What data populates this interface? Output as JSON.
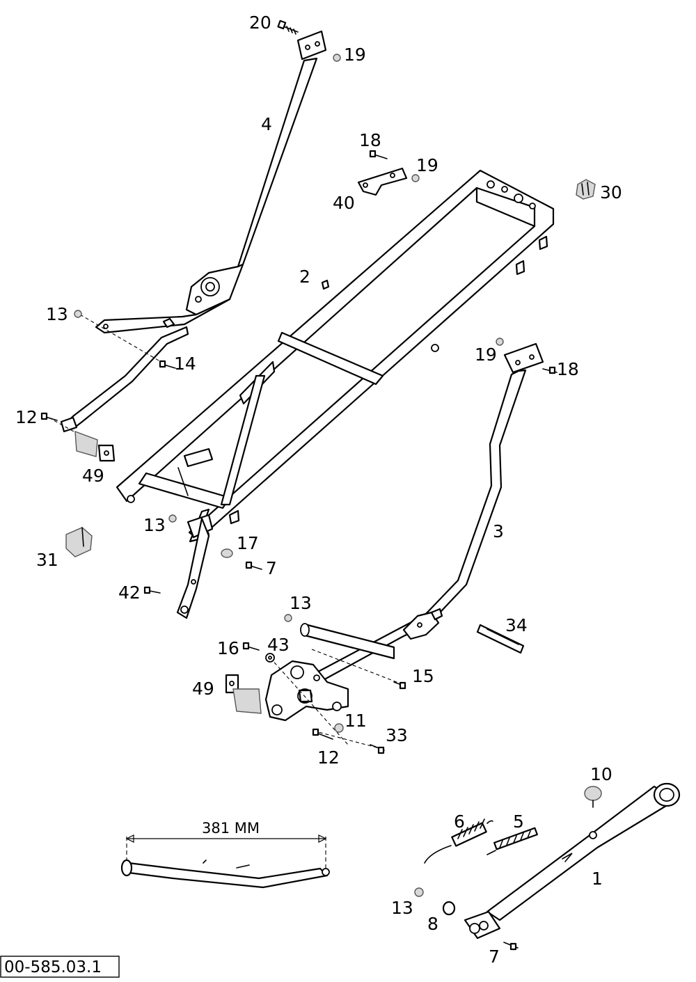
{
  "callouts": {
    "c20": "20",
    "c19a": "19",
    "c4": "4",
    "c18a": "18",
    "c19b": "19",
    "c40": "40",
    "c30": "30",
    "c2": "2",
    "c13a": "13",
    "c14": "14",
    "c19c": "19",
    "c18b": "18",
    "c12a": "12",
    "c49a": "49",
    "c13b": "13",
    "c3": "3",
    "c17": "17",
    "c31": "31",
    "c7a": "7",
    "c42": "42",
    "c13c": "13",
    "c34": "34",
    "c16": "16",
    "c43": "43",
    "c15": "15",
    "c49b": "49",
    "c11": "11",
    "c33": "33",
    "c12b": "12",
    "c10": "10",
    "c6": "6",
    "c5": "5",
    "c1": "1",
    "c13d": "13",
    "c8": "8",
    "c7b": "7"
  },
  "dimension_label": "381 MM",
  "reference_code": "00-585.03.1"
}
